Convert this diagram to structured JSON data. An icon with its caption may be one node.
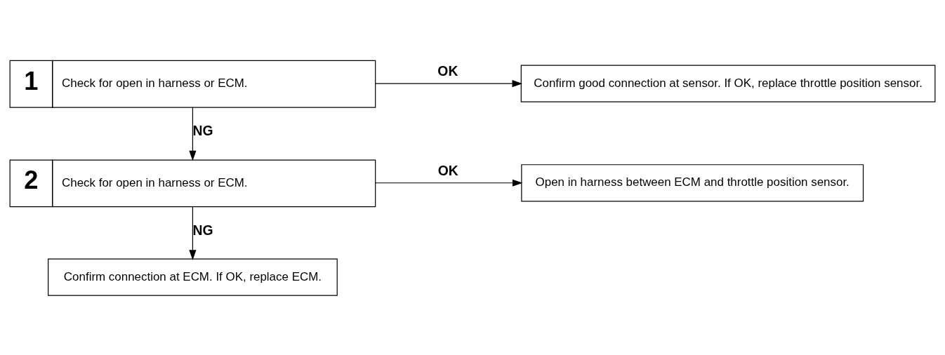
{
  "diagram": {
    "nodes": [
      {
        "text": [
          "1",
          "Check for open in harness or ECM."
        ]
      },
      {
        "text": [
          "Confirm good connection at sensor. If OK, replace throttle position sensor."
        ]
      },
      {
        "text": [
          "2",
          "Check for open in harness or ECM."
        ]
      },
      {
        "text": [
          "Open in harness between ECM and throttle position sensor."
        ]
      },
      {
        "text": [
          "Confirm connection at ECM. If OK, replace ECM."
        ]
      }
    ],
    "edges": [
      {
        "from": 0,
        "to": 1,
        "arrow": "to",
        "label": "OK"
      },
      {
        "from": 0,
        "to": 2,
        "arrow": "to",
        "label": "NG"
      },
      {
        "from": 2,
        "to": 3,
        "arrow": "to",
        "label": "OK"
      },
      {
        "from": 2,
        "to": 4,
        "arrow": "to",
        "label": "NG"
      }
    ]
  }
}
